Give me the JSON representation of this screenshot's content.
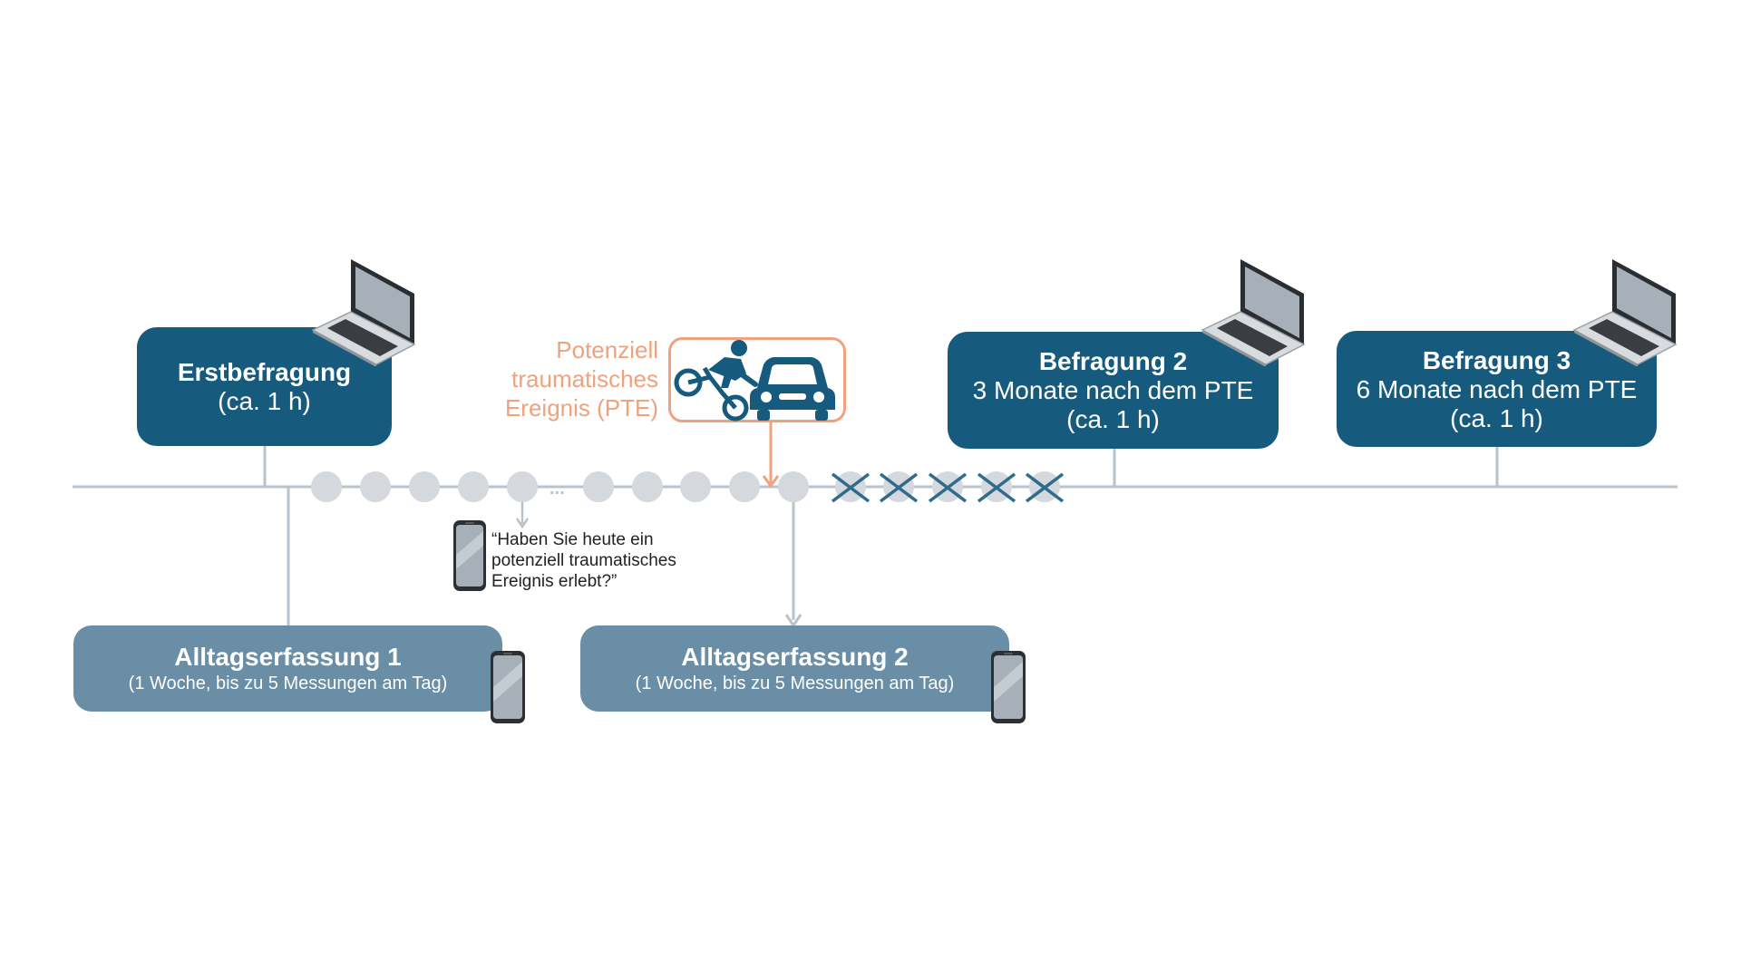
{
  "erstbefragung": {
    "title": "Erstbefragung",
    "duration": "(ca. 1 h)"
  },
  "befragung2": {
    "title": "Befragung 2",
    "timing": "3 Monate nach dem PTE",
    "duration": "(ca. 1 h)"
  },
  "befragung3": {
    "title": "Befragung 3",
    "timing": "6 Monate nach dem PTE",
    "duration": "(ca. 1 h)"
  },
  "pte": {
    "label": "Potenziell\ntraumatisches\nEreignis (PTE)"
  },
  "ellipsis": "...",
  "question": "“Haben Sie heute ein\npotenziell traumatisches\nEreignis erlebt?”",
  "alltag1": {
    "title": "Alltagserfassung 1",
    "details": "(1 Woche, bis zu 5 Messungen am Tag)"
  },
  "alltag2": {
    "title": "Alltagserfassung 2",
    "details": "(1 Woche, bis zu 5 Messungen am Tag)"
  },
  "colors": {
    "dark_box": "#165a7e",
    "light_box": "#698ea5",
    "timeline": "#b8c3cc",
    "pte_accent": "#f0a27e",
    "cross": "#2f6b8c"
  },
  "icons": {
    "laptop": "laptop-icon",
    "phone": "smartphone-icon",
    "accident": "bicycle-car-accident-icon"
  }
}
